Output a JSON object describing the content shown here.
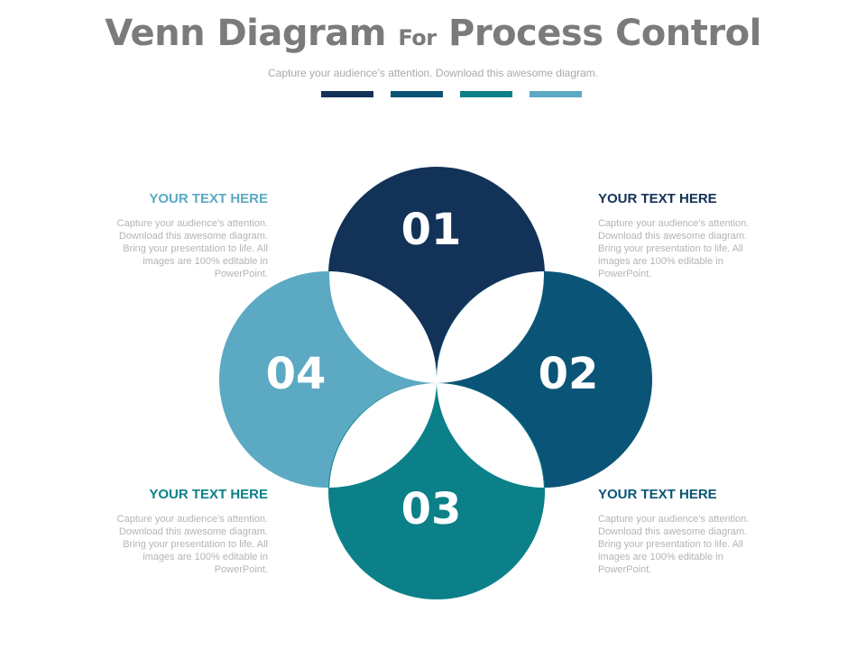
{
  "title": {
    "part1": "Venn Diagram",
    "part2": "For",
    "part3": "Process Control"
  },
  "subtitle": "Capture your audience’s attention. Download this  awesome diagram.",
  "colors": {
    "c1": "#123257",
    "c2": "#0a5577",
    "c3": "#0b8088",
    "c4": "#5ba9c3",
    "title": "#7b7b7b"
  },
  "segments": [
    {
      "number": "01",
      "color": "#123257"
    },
    {
      "number": "02",
      "color": "#0a5577"
    },
    {
      "number": "03",
      "color": "#0b8088"
    },
    {
      "number": "04",
      "color": "#5ba9c3"
    }
  ],
  "blocks": {
    "top_left": {
      "heading": "YOUR TEXT HERE",
      "color": "#5ba9c3",
      "body": "Capture your audience’s attention. Download this  awesome diagram. Bring your presentation to life. All images are 100% editable in PowerPoint."
    },
    "top_right": {
      "heading": "YOUR TEXT HERE",
      "color": "#123257",
      "body": "Capture your audience’s attention. Download this  awesome diagram. Bring your presentation to life. All images are 100% editable in PowerPoint."
    },
    "bottom_left": {
      "heading": "YOUR TEXT HERE",
      "color": "#0b8088",
      "body": "Capture your audience’s attention. Download this  awesome diagram. Bring your presentation to life. All images are 100% editable in PowerPoint."
    },
    "bottom_right": {
      "heading": "YOUR TEXT HERE",
      "color": "#0a5577",
      "body": "Capture your audience’s attention. Download this  awesome diagram. Bring your presentation to life. All images are 100% editable in PowerPoint."
    }
  }
}
